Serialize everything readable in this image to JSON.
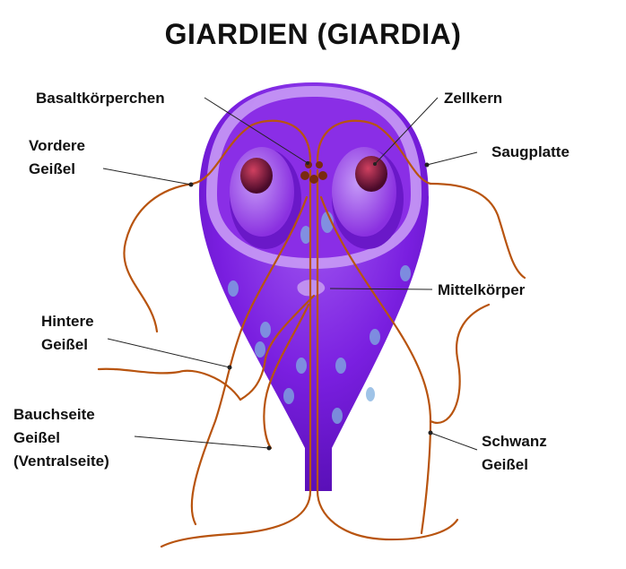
{
  "title": "GIARDIEN (GIARDIA)",
  "labels": {
    "basalkoerperchen": "Basaltkörperchen",
    "zellkern": "Zellkern",
    "vordere_geissel": [
      "Vordere",
      "Geißel"
    ],
    "saugplatte": "Saugplatte",
    "mittelkoerper": "Mittelkörper",
    "hintere_geissel": [
      "Hintere",
      "Geißel"
    ],
    "bauchseite_geissel": [
      "Bauchseite",
      "Geißel",
      "(Ventralseite)"
    ],
    "schwanz_geissel": [
      "Schwanz",
      "Geißel"
    ]
  },
  "colors": {
    "body": "#7a1fe0",
    "body_light": "#b070f0",
    "sucking_disc": "#c89af5",
    "nucleus": "#9a3ce8",
    "nucleolus": "#7a0f3a",
    "flagella": "#b8540f",
    "vacuole": "#7fb0e0"
  }
}
